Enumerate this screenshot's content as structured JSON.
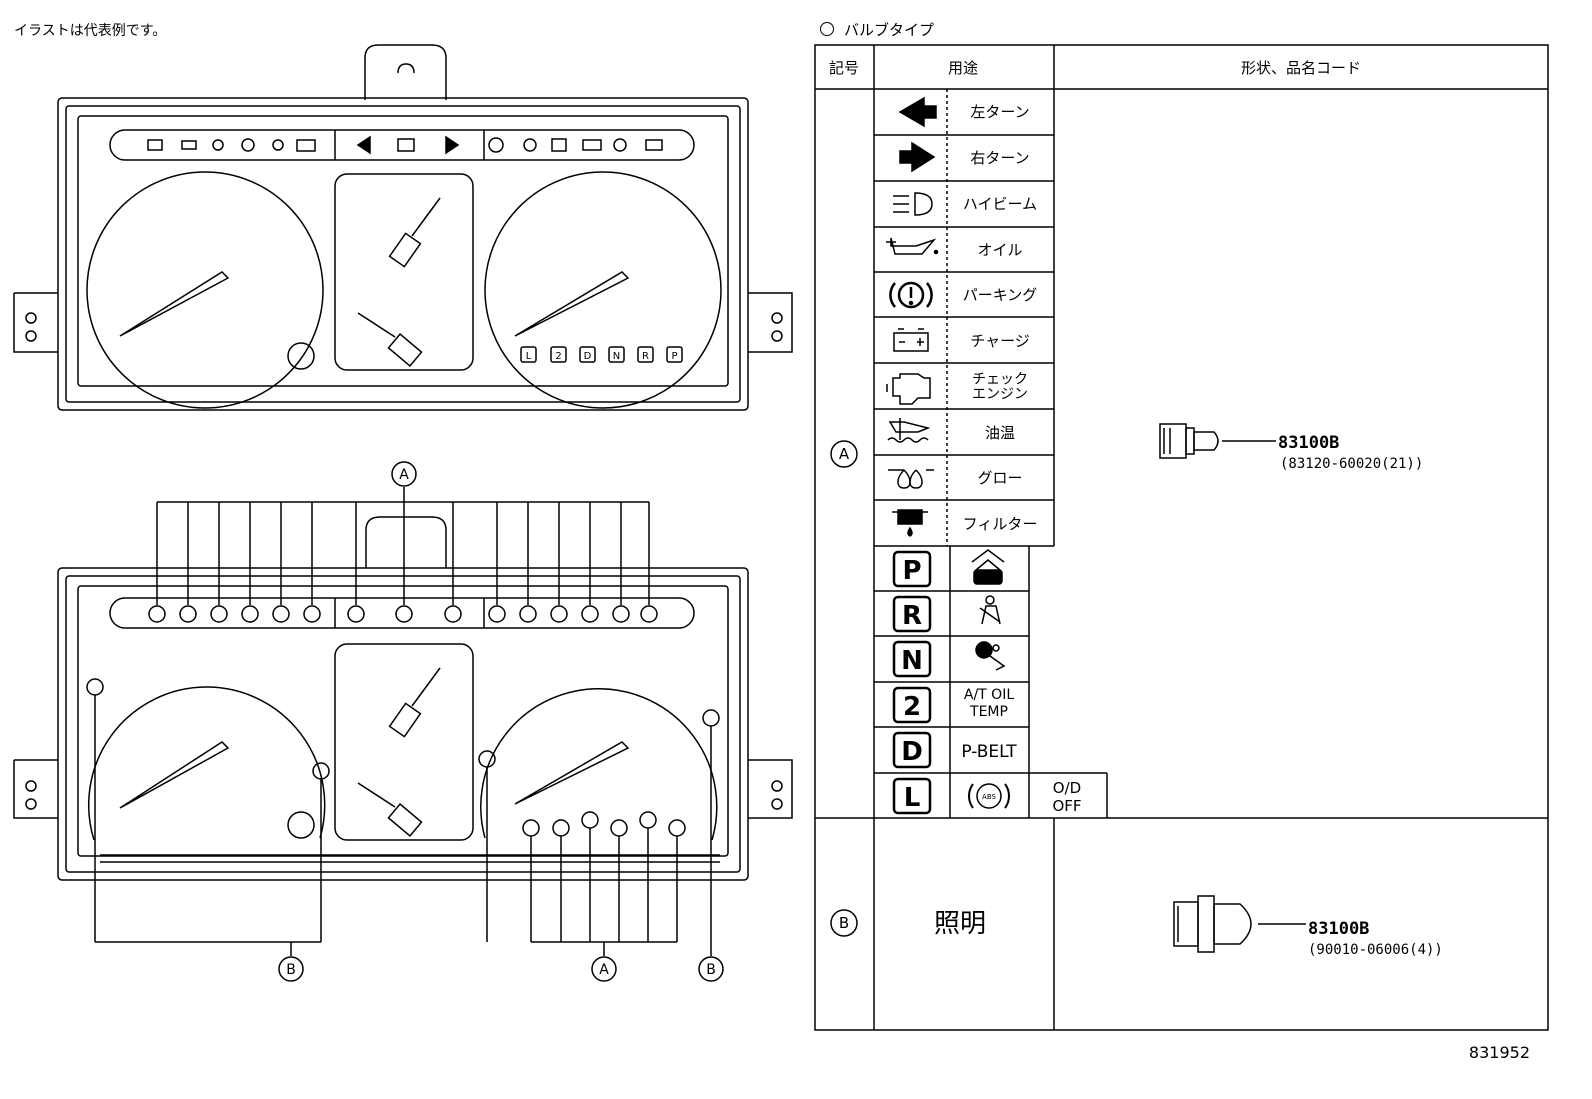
{
  "note": "イラストは代表例です。",
  "table_title": "バルブタイプ",
  "figure_number": "831952",
  "diagram_labels": {
    "a": "A",
    "b": "B"
  },
  "gear_letters": [
    "L",
    "2",
    "D",
    "N",
    "R",
    "P"
  ],
  "table": {
    "headers": {
      "symbol": "記号",
      "usage": "用途",
      "shape": "形状、品名コード"
    },
    "row_a": {
      "symbol": "A",
      "usages": [
        "左ターン",
        "右ターン",
        "ハイビーム",
        "オイル",
        "パーキング",
        "チャージ",
        "チェック\nエンジン",
        "油温",
        "グロー",
        "フィルター"
      ],
      "gear_letters": [
        "P",
        "R",
        "N",
        "2",
        "D",
        "L"
      ],
      "extra_labels": {
        "at_oil_temp": "A/T OIL\nTEMP",
        "p_belt": "P-BELT",
        "od_off": "O/D\nOFF",
        "abs": "ABS"
      },
      "part_code": "83100B",
      "part_sub": "(83120-60020(21))"
    },
    "row_b": {
      "symbol": "B",
      "usage": "照明",
      "part_code": "83100B",
      "part_sub": "(90010-06006(4))"
    }
  }
}
